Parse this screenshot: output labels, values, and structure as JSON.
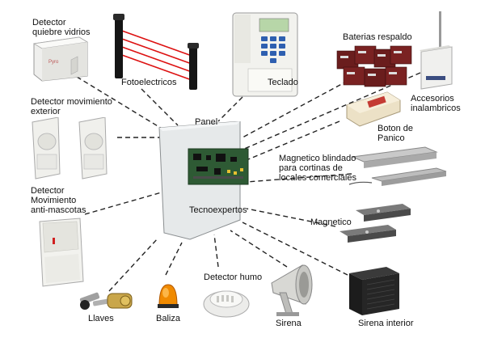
{
  "hub": {
    "panel": "Panel",
    "brand": "Tecnoexpertos"
  },
  "labels": {
    "glass_break": "Detector\nquiebre vidrios",
    "photoelectric": "Fotoelectricos",
    "keypad": "Teclado",
    "backup_batteries": "Baterias respaldo",
    "wireless": "Accesorios\ninalambricos",
    "outdoor_motion": "Detector movimiento\nexterior",
    "panic_button": "Boton de\nPanico",
    "shielded_magnetic": "Magnetico blindado\npara cortinas de\nlocales comerciales",
    "pet_motion": "Detector\nMovimiento\nanti-mascotas",
    "magnetic": "Magnetico",
    "smoke": "Detector humo",
    "keys": "Llaves",
    "beacon": "Baliza",
    "siren": "Sirena",
    "indoor_siren": "Sirena interior"
  },
  "keypad_screen": "",
  "colors": {
    "beam": "#dd1111",
    "line": "#222222",
    "panel": "#e6e9ea",
    "board": "#2e5a34"
  }
}
